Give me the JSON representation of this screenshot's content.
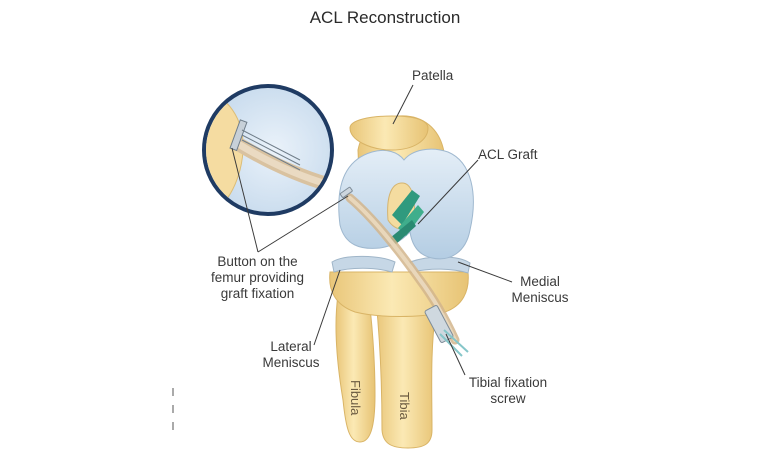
{
  "title": "ACL Reconstruction",
  "labels": {
    "patella": "Patella",
    "acl_graft": "ACL Graft",
    "button_line1": "Button on the",
    "button_line2": "femur providing",
    "button_line3": "graft fixation",
    "medial_line1": "Medial",
    "medial_line2": "Meniscus",
    "lateral_line1": "Lateral",
    "lateral_line2": "Meniscus",
    "tibial_line1": "Tibial fixation",
    "tibial_line2": "screw",
    "fibula": "Fibula",
    "tibia": "Tibia"
  },
  "colors": {
    "bone": "#f2d68f",
    "cartilage": "#c9dcec",
    "graft": "#2f9a7e",
    "leader": "#3a3a3a"
  }
}
